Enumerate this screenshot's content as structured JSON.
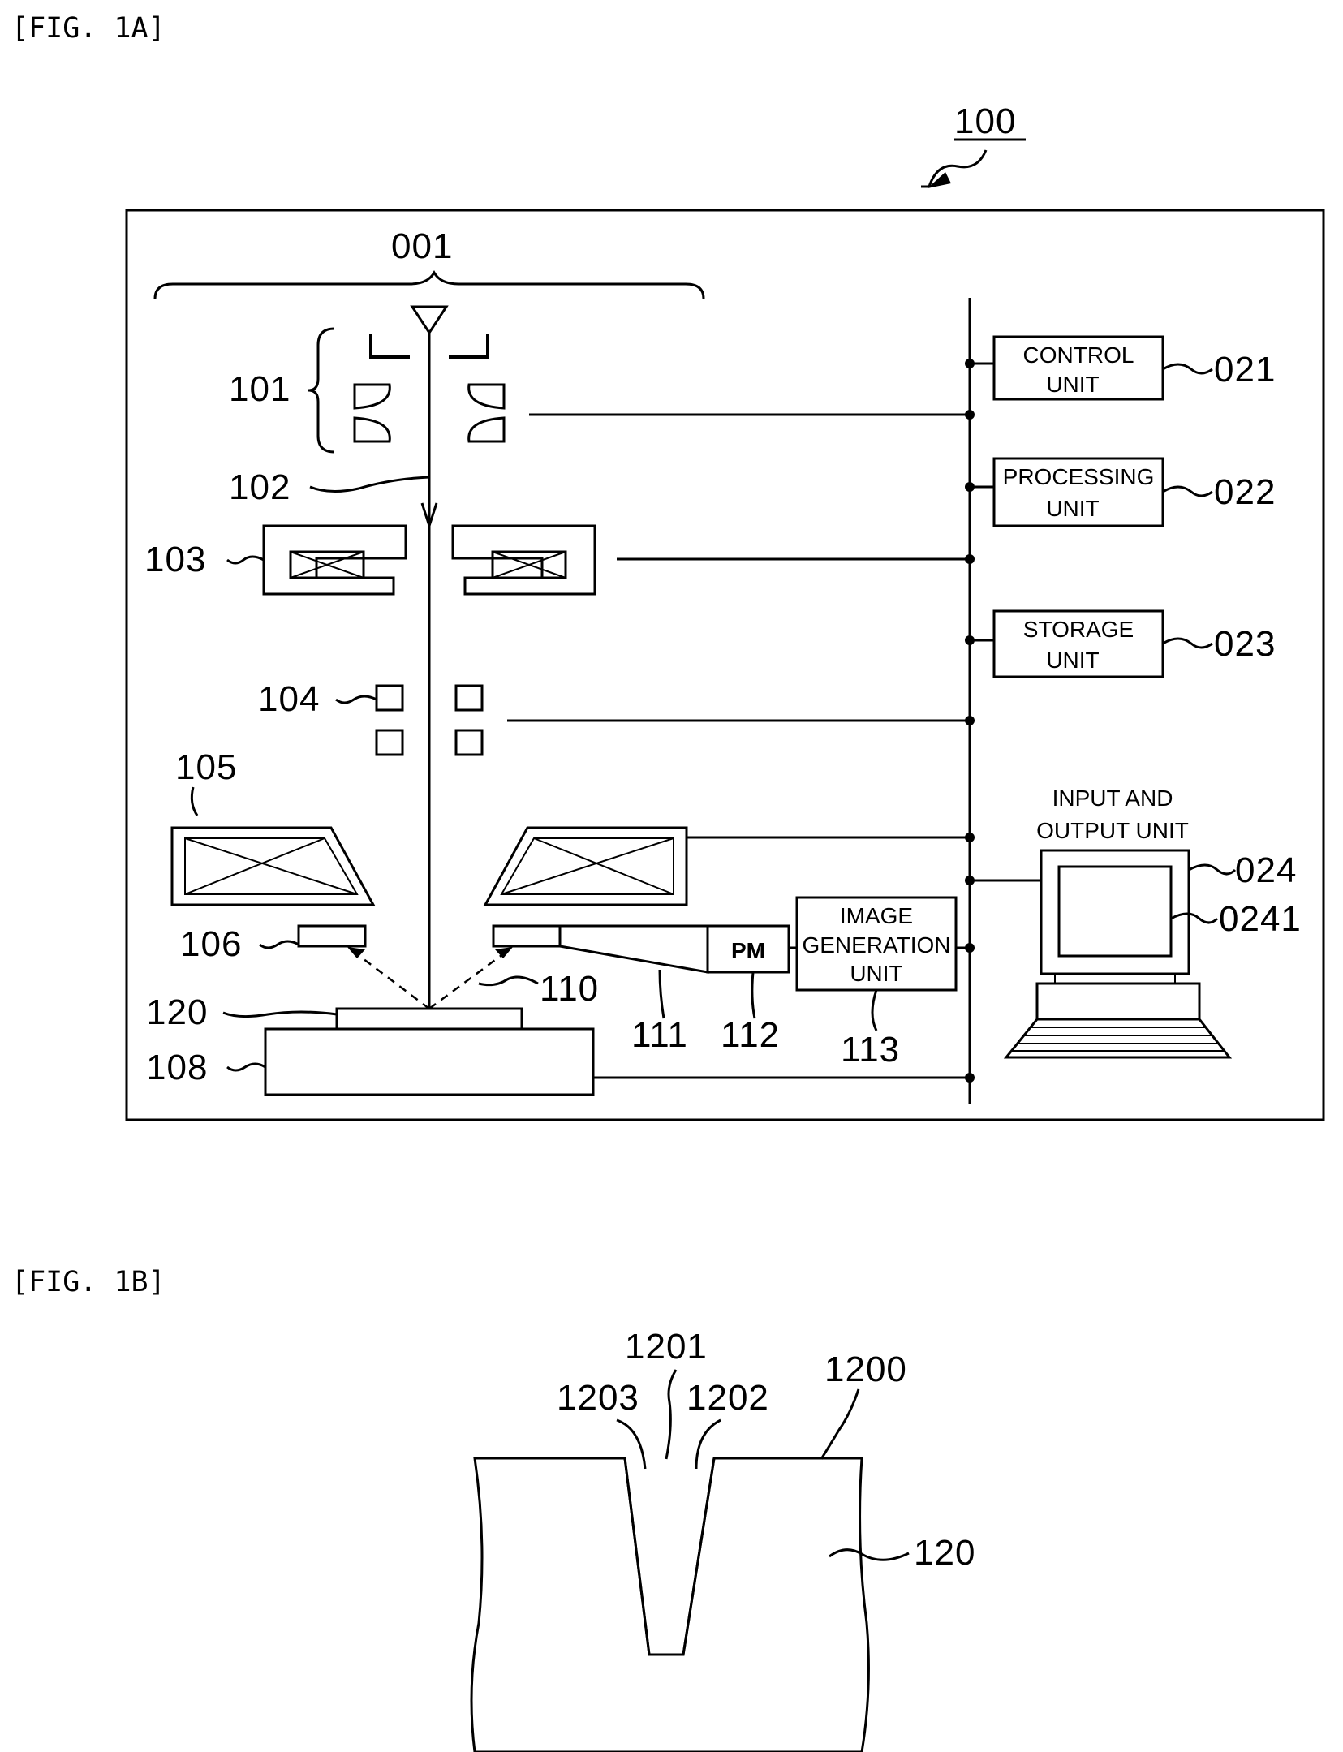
{
  "figure_a": {
    "label": "[FIG. 1A]",
    "ref_100": "100",
    "ref_001": "001",
    "refs": {
      "r101": "101",
      "r102": "102",
      "r103": "103",
      "r104": "104",
      "r105": "105",
      "r106": "106",
      "r110": "110",
      "r111": "111",
      "r112": "112",
      "r113": "113",
      "r120": "120",
      "r108": "108",
      "r021": "021",
      "r022": "022",
      "r023": "023",
      "r024": "024",
      "r0241": "0241"
    },
    "control_unit": [
      "CONTROL",
      "UNIT"
    ],
    "processing_unit": [
      "PROCESSING",
      "UNIT"
    ],
    "storage_unit": [
      "STORAGE",
      "UNIT"
    ],
    "io_unit": [
      "INPUT AND",
      "OUTPUT UNIT"
    ],
    "image_generation_unit": [
      "IMAGE",
      "GENERATION",
      "UNIT"
    ],
    "pm_label": "PM"
  },
  "figure_b": {
    "label": "[FIG. 1B]",
    "refs": {
      "r1200": "1200",
      "r1201": "1201",
      "r1202": "1202",
      "r1203": "1203",
      "r120": "120"
    }
  }
}
